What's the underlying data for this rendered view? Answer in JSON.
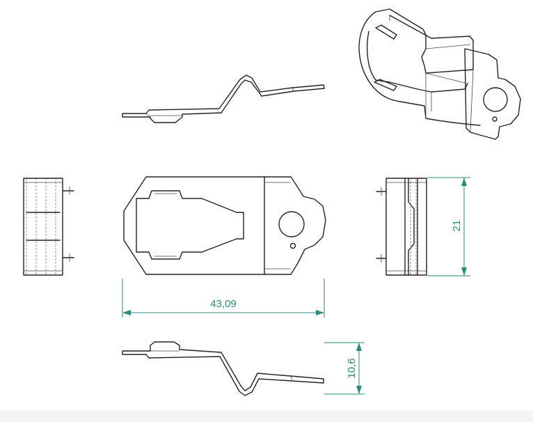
{
  "dimensions": {
    "length": "43,09",
    "width": "21",
    "height": "10,6"
  },
  "colors": {
    "dimension": "#2a8a7c",
    "outline": "#222222"
  }
}
